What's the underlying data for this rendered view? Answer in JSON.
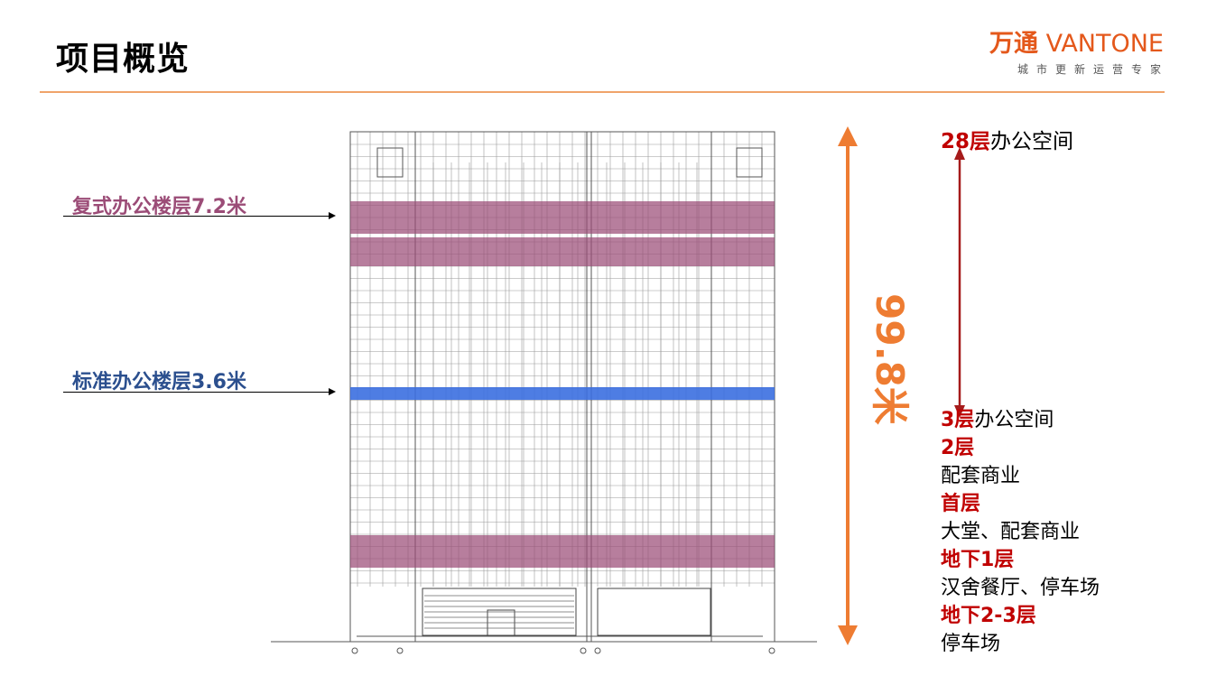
{
  "header": {
    "title": "项目概览",
    "logo_cn": "万通",
    "logo_en": "VANTONE",
    "logo_tagline": "城市更新运营专家"
  },
  "callouts": {
    "duplex": "复式办公楼层7.2米",
    "standard": "标准办公楼层3.6米"
  },
  "height_label": "99.8米",
  "floors": {
    "top": {
      "level": "28层",
      "use": "办公空间"
    },
    "list": [
      {
        "level": "3层",
        "use": "办公空间",
        "inline": true
      },
      {
        "level": "2层",
        "use": "配套商业"
      },
      {
        "level": "首层",
        "use": "大堂、配套商业"
      },
      {
        "level": "地下1层",
        "use": "汉舍餐厅、停车场"
      },
      {
        "level": "地下2-3层",
        "use": "停车场"
      }
    ]
  },
  "colors": {
    "accent_orange": "#ee7c32",
    "floor_red": "#c00000",
    "duplex_band": "#9b4c77",
    "standard_band": "#3b6fe0",
    "range_arrow": "#a61b1b"
  }
}
